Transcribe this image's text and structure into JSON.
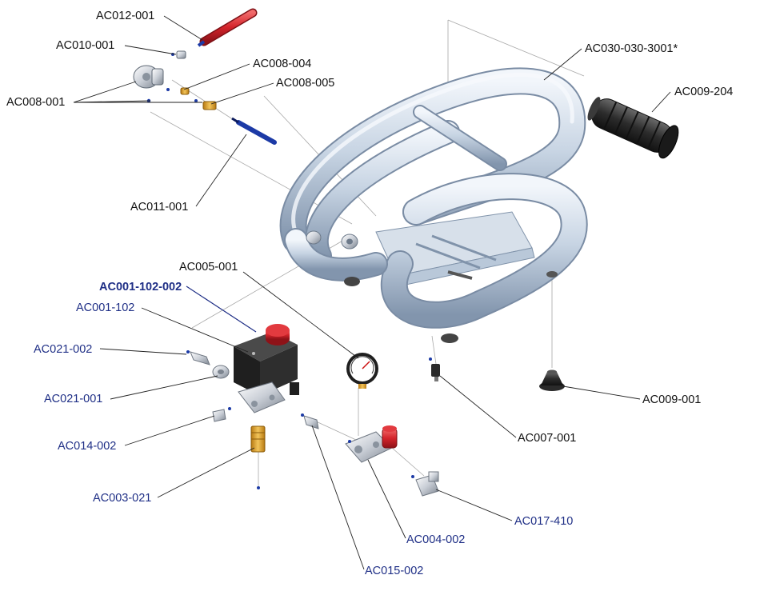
{
  "colors": {
    "background": "#ffffff",
    "label_black": "#111111",
    "label_blue": "#1f2f86",
    "leader": "#222222",
    "dash": "#9a9a9a",
    "frame_light": "#e4ecf4",
    "frame_mid": "#b9c8d9",
    "frame_dark": "#8093aa",
    "red": "#d4242b",
    "blue_rod": "#1c3aa6",
    "brass": "#e2a52a",
    "rubber": "#2f2f2f",
    "switch_body": "#2a2a2a"
  },
  "labels": [
    {
      "id": "AC012-001",
      "text": "AC012-001",
      "style": "black"
    },
    {
      "id": "AC010-001",
      "text": "AC010-001",
      "style": "black"
    },
    {
      "id": "AC008-004",
      "text": "AC008-004",
      "style": "black"
    },
    {
      "id": "AC008-005",
      "text": "AC008-005",
      "style": "black"
    },
    {
      "id": "AC008-001",
      "text": "AC008-001",
      "style": "black"
    },
    {
      "id": "AC011-001",
      "text": "AC011-001",
      "style": "black"
    },
    {
      "id": "AC030-030-3001",
      "text": "AC030-030-3001*",
      "style": "black"
    },
    {
      "id": "AC009-204",
      "text": "AC009-204",
      "style": "black"
    },
    {
      "id": "AC005-001",
      "text": "AC005-001",
      "style": "black"
    },
    {
      "id": "AC001-102-002",
      "text": "AC001-102-002",
      "style": "blue-bold"
    },
    {
      "id": "AC001-102",
      "text": "AC001-102",
      "style": "blue"
    },
    {
      "id": "AC021-002",
      "text": "AC021-002",
      "style": "blue"
    },
    {
      "id": "AC021-001",
      "text": "AC021-001",
      "style": "blue"
    },
    {
      "id": "AC014-002",
      "text": "AC014-002",
      "style": "blue"
    },
    {
      "id": "AC003-021",
      "text": "AC003-021",
      "style": "blue"
    },
    {
      "id": "AC015-002",
      "text": "AC015-002",
      "style": "blue"
    },
    {
      "id": "AC004-002",
      "text": "AC004-002",
      "style": "blue"
    },
    {
      "id": "AC017-410",
      "text": "AC017-410",
      "style": "blue"
    },
    {
      "id": "AC007-001",
      "text": "AC007-001",
      "style": "black"
    },
    {
      "id": "AC009-001",
      "text": "AC009-001",
      "style": "black"
    }
  ]
}
